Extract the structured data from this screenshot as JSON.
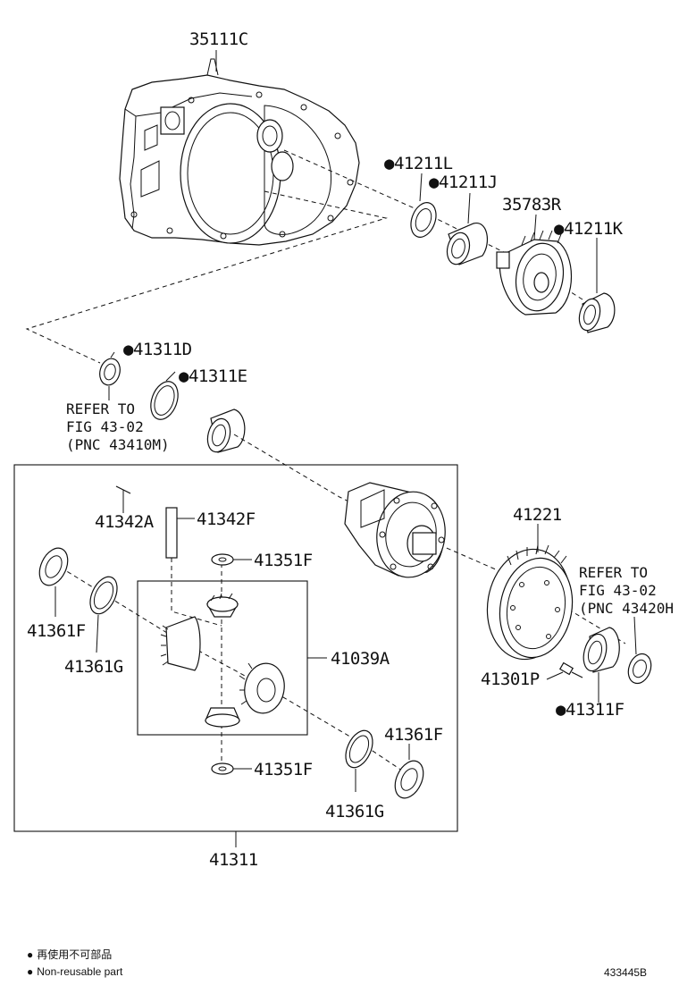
{
  "parts": {
    "p35111C": "35111C",
    "p41211L": "41211L",
    "p41211J": "41211J",
    "p35783R": "35783R",
    "p41211K": "41211K",
    "p41311D": "41311D",
    "p41311E": "41311E",
    "p41342A": "41342A",
    "p41342F": "41342F",
    "p41351F_top": "41351F",
    "p41361F_left": "41361F",
    "p41361G_left": "41361G",
    "p41039A": "41039A",
    "p41351F_bottom": "41351F",
    "p41361F_right": "41361F",
    "p41361G_right": "41361G",
    "p41311": "41311",
    "p41221": "41221",
    "p41301P": "41301P",
    "p41311F": "41311F"
  },
  "refs": {
    "left": [
      "REFER TO",
      "FIG 43-02",
      "(PNC 43410M)"
    ],
    "right": [
      "REFER TO",
      "FIG 43-02",
      "(PNC 43420H"
    ]
  },
  "legend": {
    "japanese": "再使用不可部品",
    "english": "Non-reusable part"
  },
  "diagram_code": "433445B",
  "non_reusable_marker": "●"
}
